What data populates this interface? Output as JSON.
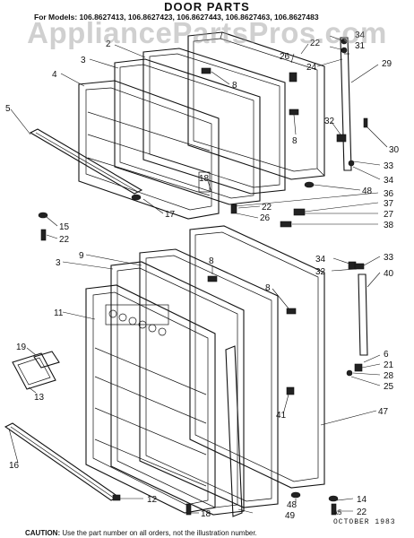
{
  "header": {
    "title": "DOOR PARTS",
    "models": "For Models: 106.8627413, 106.8627423, 106.8627443, 106.8627463, 106.8627483"
  },
  "watermark": "AppliancePartsPros.com",
  "callouts": [
    {
      "id": "c-34a",
      "text": "34"
    },
    {
      "id": "c-31",
      "text": "31"
    },
    {
      "id": "c-22a",
      "text": "22"
    },
    {
      "id": "c-26a",
      "text": "26"
    },
    {
      "id": "c-24",
      "text": "24"
    },
    {
      "id": "c-29",
      "text": "29"
    },
    {
      "id": "c-2",
      "text": "2"
    },
    {
      "id": "c-3a",
      "text": "3"
    },
    {
      "id": "c-4",
      "text": "4"
    },
    {
      "id": "c-8a",
      "text": "8"
    },
    {
      "id": "c-8b",
      "text": "8"
    },
    {
      "id": "c-5",
      "text": "5"
    },
    {
      "id": "c-32a",
      "text": "32"
    },
    {
      "id": "c-30",
      "text": "30"
    },
    {
      "id": "c-33a",
      "text": "33"
    },
    {
      "id": "c-34b",
      "text": "34"
    },
    {
      "id": "c-18a",
      "text": "18"
    },
    {
      "id": "c-48a",
      "text": "48"
    },
    {
      "id": "c-36",
      "text": "36"
    },
    {
      "id": "c-22b",
      "text": "22"
    },
    {
      "id": "c-37",
      "text": "37"
    },
    {
      "id": "c-26b",
      "text": "26"
    },
    {
      "id": "c-27",
      "text": "27"
    },
    {
      "id": "c-17",
      "text": "17"
    },
    {
      "id": "c-38",
      "text": "38"
    },
    {
      "id": "c-15",
      "text": "15"
    },
    {
      "id": "c-22c",
      "text": "22"
    },
    {
      "id": "c-9",
      "text": "9"
    },
    {
      "id": "c-8c",
      "text": "8"
    },
    {
      "id": "c-34c",
      "text": "34"
    },
    {
      "id": "c-33b",
      "text": "33"
    },
    {
      "id": "c-3b",
      "text": "3"
    },
    {
      "id": "c-32b",
      "text": "32"
    },
    {
      "id": "c-40",
      "text": "40"
    },
    {
      "id": "c-8d",
      "text": "8"
    },
    {
      "id": "c-11",
      "text": "11"
    },
    {
      "id": "c-6",
      "text": "6"
    },
    {
      "id": "c-19",
      "text": "19"
    },
    {
      "id": "c-21",
      "text": "21"
    },
    {
      "id": "c-28",
      "text": "28"
    },
    {
      "id": "c-25",
      "text": "25"
    },
    {
      "id": "c-41",
      "text": "41"
    },
    {
      "id": "c-13",
      "text": "13"
    },
    {
      "id": "c-47",
      "text": "47"
    },
    {
      "id": "c-16",
      "text": "16"
    },
    {
      "id": "c-14",
      "text": "14"
    },
    {
      "id": "c-12",
      "text": "12"
    },
    {
      "id": "c-48b",
      "text": "48"
    },
    {
      "id": "c-22d",
      "text": "22"
    },
    {
      "id": "c-18b",
      "text": "18"
    },
    {
      "id": "c-49",
      "text": "49"
    }
  ],
  "stamp": {
    "code": "A5",
    "date": "OCTOBER 1983"
  },
  "footer": {
    "caution_label": "CAUTION:",
    "caution_text": " Use the part number on all orders, not the illustration number."
  }
}
